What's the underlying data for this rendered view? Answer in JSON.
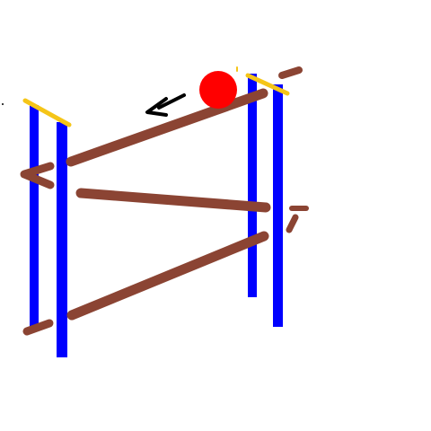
{
  "scene": {
    "background": "#ffffff",
    "colors": {
      "post": "#0000ff",
      "ramp": "#8b4433",
      "cap": "#f5c518",
      "ball": "#ff0000",
      "arrow": "#000000"
    },
    "objects": {
      "ball": "red-ball",
      "arrow": "direction-arrow-icon",
      "posts": 4,
      "ramps": 3,
      "bumpers": 4
    }
  }
}
